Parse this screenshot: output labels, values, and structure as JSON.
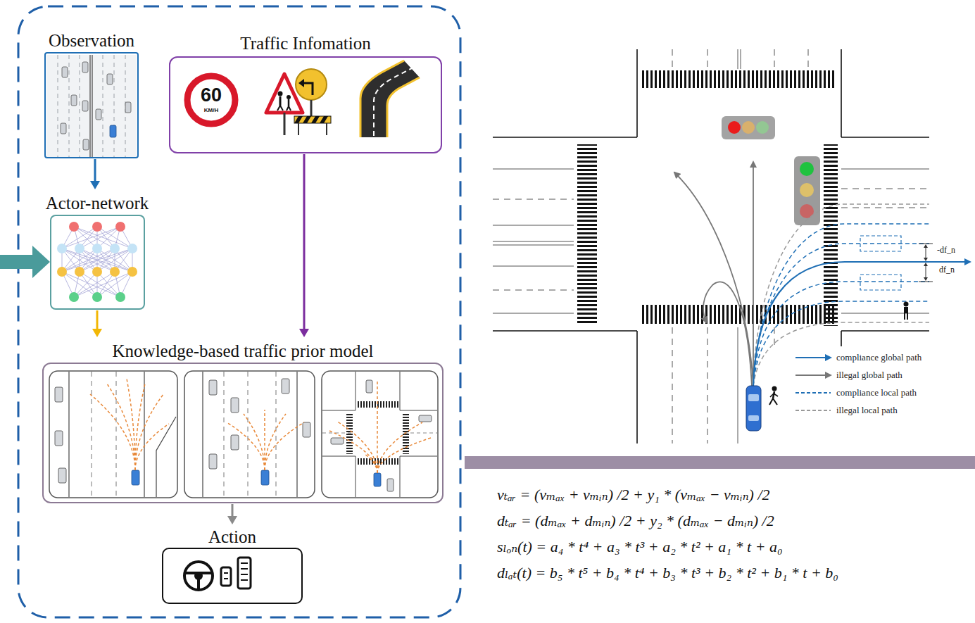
{
  "diagram": {
    "nodes": [
      {
        "text": [
          "Observation"
        ]
      },
      {
        "text": [
          "Traffic Infomation"
        ]
      },
      {
        "text": [
          "Actor-network"
        ]
      },
      {
        "text": [
          "Knowledge-based traffic prior model"
        ]
      },
      {
        "text": [
          "Action"
        ]
      }
    ],
    "edges": [
      {
        "from": 0,
        "to": 2,
        "arrow": "to"
      },
      {
        "from": 2,
        "to": 3,
        "arrow": "to"
      },
      {
        "from": 1,
        "to": 3,
        "arrow": "to"
      },
      {
        "from": 3,
        "to": 4,
        "arrow": "to"
      }
    ],
    "labels": [
      "60",
      "KM/H",
      "-df_n",
      "df_n",
      "vₜₐᵣ = (vₘₐₓ + vₘᵢₙ) /2 + y₁ * (vₘₐₓ − vₘᵢₙ) /2",
      "dₜₐᵣ = (dₘₐₓ + dₘᵢₙ) /2 + y₂ * (dₘₐₓ − dₘᵢₙ) /2",
      "sₗₒₙ(t) = a₄ * t⁴ + a₃ * t³ + a₂ * t² + a₁ * t + a₀",
      "dₗₐₜ(t) = b₅ * t⁵ + b₄ * t⁴ + b₃ * t³ + b₂ * t² + b₁ * t + b₀"
    ],
    "legend": [
      {
        "text": "compliance global path"
      },
      {
        "text": "illegal global path"
      },
      {
        "text": "compliance local path"
      },
      {
        "text": "illegal local path"
      }
    ]
  }
}
